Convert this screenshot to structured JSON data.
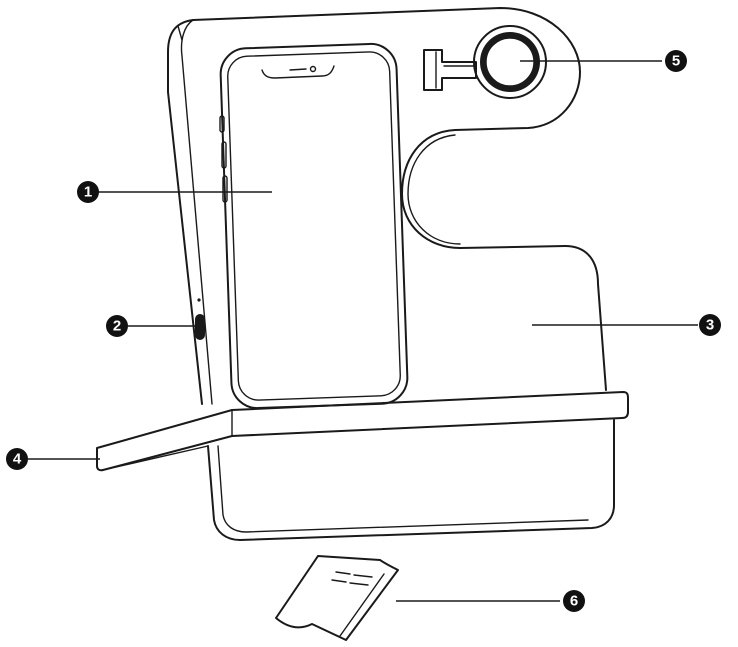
{
  "callouts": [
    {
      "id": "1",
      "label": "1"
    },
    {
      "id": "2",
      "label": "2"
    },
    {
      "id": "3",
      "label": "3"
    },
    {
      "id": "4",
      "label": "4"
    },
    {
      "id": "5",
      "label": "5"
    },
    {
      "id": "6",
      "label": "6"
    }
  ],
  "colors": {
    "line": "#1a1a1a",
    "badge": "#111111",
    "background": "#ffffff"
  }
}
